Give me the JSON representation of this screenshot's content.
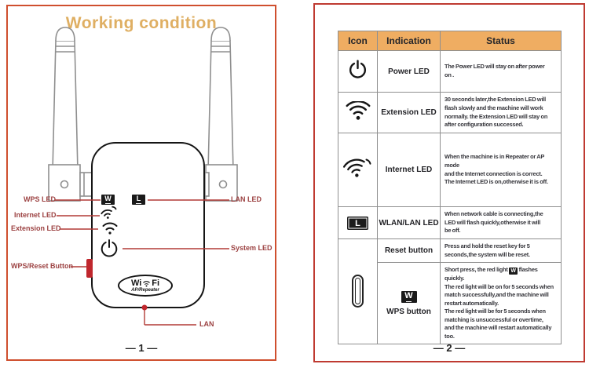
{
  "colors": {
    "left-border": "#cf4f2e",
    "right-border": "#bf3a31",
    "table-header-bg": "#efad62",
    "table-border": "#8f8f8f",
    "title-text": "#dfaf63",
    "label-text": "#9c4242",
    "leader-line": "#b23a36",
    "red-accent": "#c0272d",
    "ink": "#2c2c31"
  },
  "left_panel": {
    "title": "Working condition",
    "page_number": "— 1 —",
    "device": {
      "wps_badge": "W",
      "lan_badge": "L",
      "logo_wi": "Wi",
      "logo_fi": "Fi",
      "logo_subtitle": "AP/Repeater"
    },
    "labels": {
      "wps_led": "WPS LED",
      "internet_led": "Internet LED",
      "extension_led": "Extension LED",
      "wps_reset_button": "WPS/Reset Button",
      "lan_led": "LAN LED",
      "system_led": "System LED",
      "lan": "LAN"
    }
  },
  "right_panel": {
    "page_number": "— 2 —",
    "table": {
      "headers": [
        "Icon",
        "Indication",
        "Status"
      ],
      "rows": [
        {
          "icon": "power-icon",
          "indication": "Power LED",
          "status": "The  Power LED will stay on after power\non ."
        },
        {
          "icon": "wifi-icon",
          "indication": "Extension LED",
          "status": "30 seconds later,the Extension LED will\nflash slowly and the machine will work\nnormally. the Extension LED will stay on\nafter configuration successed."
        },
        {
          "icon": "internet-wifi-icon",
          "indication": "Internet LED",
          "status": "When the machine is in Repeater or AP mode\nand the Internet connection is correct.\nThe Internet LED is on,otherwise it is off."
        },
        {
          "icon": "lan-monitor-icon",
          "indication": "WLAN/LAN LED",
          "status": "When network cable is connecting,the\nLED will flash quickly,otherwise it will\nbe off."
        },
        {
          "icon": "reset-wps-capsule-icon",
          "indication": "Reset button",
          "status": "Press and hold the reset key for 5\nseconds,the system will be reset."
        },
        {
          "icon": "wps-w-badge-icon",
          "indication": "WPS button",
          "status_before": "Short press, the red light ",
          "status_inline_icon": "W",
          "status_after": " flashes quickly.\nThe red light will be on for 5 seconds when\nmatch successfully,and the machine will\nrestart automatically.\nThe red light will be for 5 seconds when\nmatching is unsuccessful or overtime,\nand the machine will restart automatically\ntoo."
        }
      ]
    }
  }
}
